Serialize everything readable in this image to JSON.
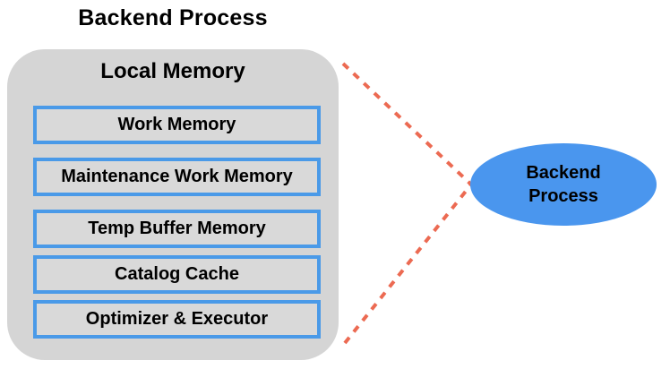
{
  "title": "Backend Process",
  "container": {
    "title": "Local Memory",
    "boxes": [
      {
        "label": "Work Memory"
      },
      {
        "label": "Maintenance Work Memory"
      },
      {
        "label": "Temp Buffer Memory"
      },
      {
        "label": "Catalog Cache"
      },
      {
        "label": "Optimizer & Executor"
      }
    ]
  },
  "ellipse": {
    "label_lines": [
      "Backend",
      "Process"
    ]
  },
  "colors": {
    "container_fill": "#d5d5d5",
    "box_fill": "#d9d9d9",
    "box_border": "#4a9ae8",
    "ellipse_fill": "#4a96ee",
    "connector": "#ec6a52",
    "text": "#000000",
    "background": "#ffffff"
  }
}
